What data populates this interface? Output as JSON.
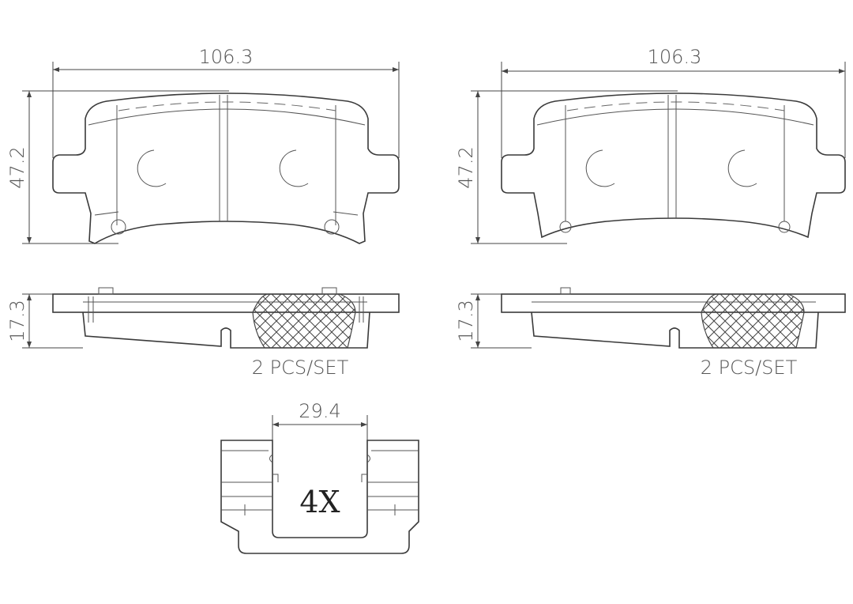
{
  "pads": [
    {
      "width_label": "106.3",
      "height_label": "47.2",
      "thickness_label": "17.3",
      "quantity_label": "2 PCS/SET"
    },
    {
      "width_label": "106.3",
      "height_label": "47.2",
      "thickness_label": "17.3",
      "quantity_label": "2 PCS/SET"
    }
  ],
  "clip": {
    "width_label": "29.4",
    "quantity_label": "4X"
  },
  "colors": {
    "line": "#3a3a3a",
    "text": "#555555"
  }
}
